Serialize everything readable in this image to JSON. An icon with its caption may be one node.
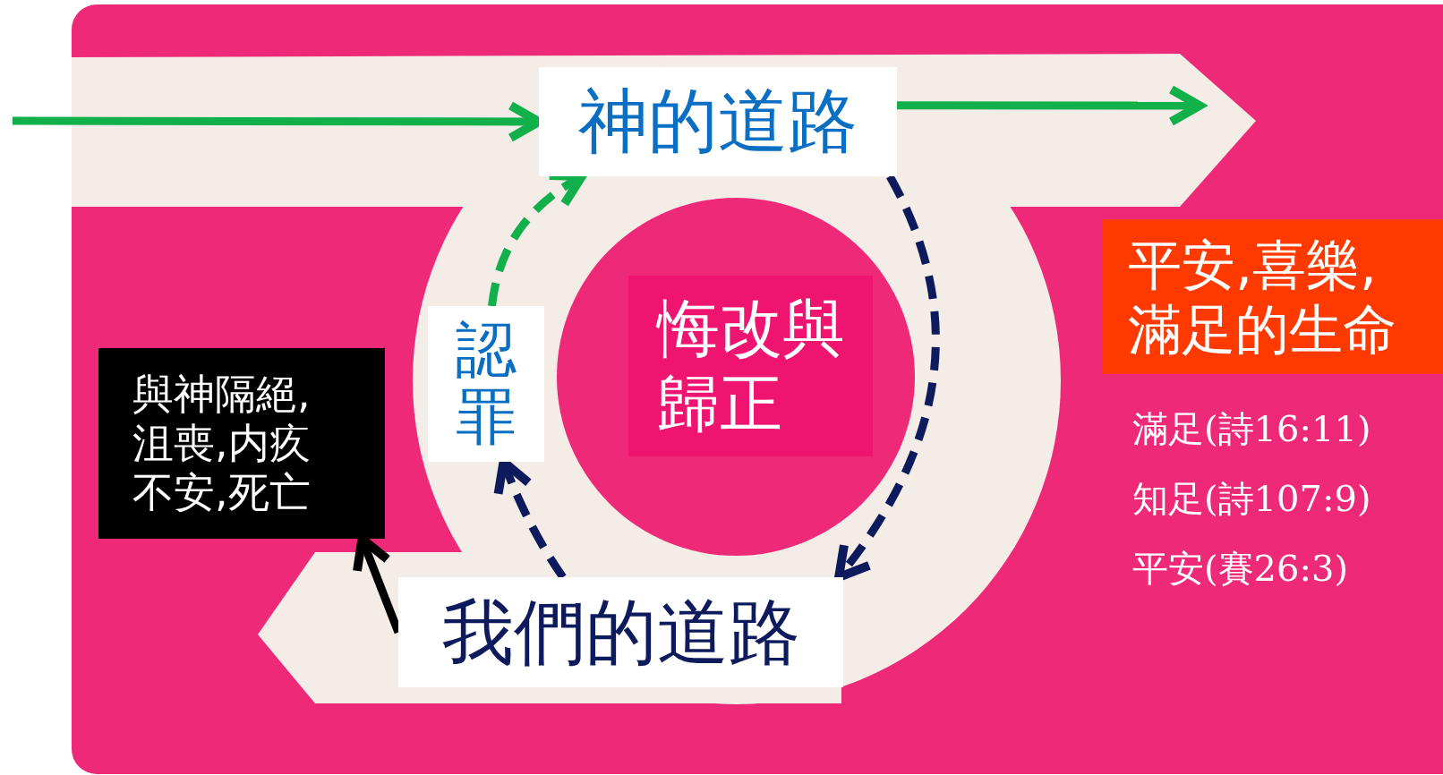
{
  "diagram": {
    "nodes": [
      {
        "text": [
          "神的道路"
        ]
      },
      {
        "text": [
          "我們的道路"
        ]
      },
      {
        "text": [
          "認罪"
        ]
      },
      {
        "text": [
          "悔改與歸正"
        ]
      },
      {
        "text": [
          "與神隔絕,沮喪,内疚不安,死亡"
        ]
      },
      {
        "text": [
          "平安,喜樂,滿足的生命"
        ]
      }
    ],
    "edges": [
      {
        "from": null,
        "to": 0,
        "arrow": "to",
        "color": "#12b04a"
      },
      {
        "from": 0,
        "to": null,
        "arrow": "to",
        "color": "#12b04a"
      },
      {
        "from": 0,
        "to": 1,
        "arrow": "to",
        "style": "dashed",
        "color": "#0d1a5c"
      },
      {
        "from": 1,
        "to": 2,
        "arrow": "to",
        "style": "dashed",
        "color": "#0d1a5c"
      },
      {
        "from": 2,
        "to": 0,
        "arrow": "to",
        "style": "dashed",
        "color": "#12b04a"
      },
      {
        "from": 1,
        "to": 4,
        "arrow": "to",
        "color": "#000000"
      }
    ],
    "labels": [
      "滿足(詩16:11)",
      "知足(詩107:9)",
      "平安(賽26:3)"
    ]
  }
}
